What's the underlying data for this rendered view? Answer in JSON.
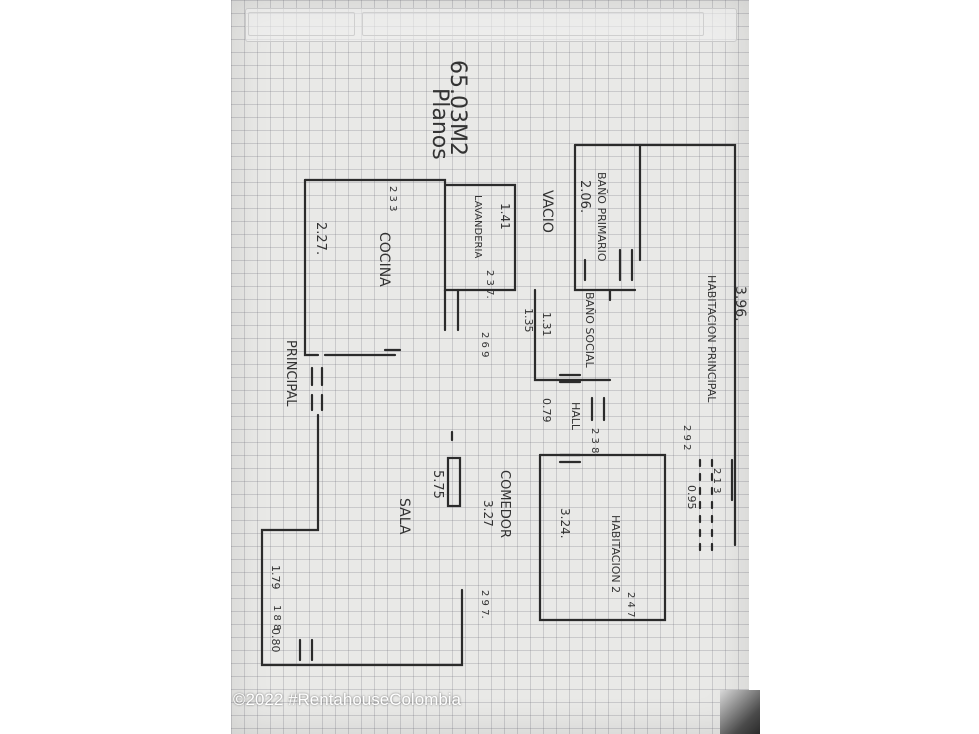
{
  "plan": {
    "header_line1": "Planos",
    "header_line2": "65.03M2",
    "labels": {
      "vacio": "VACIO",
      "cocina": "COCINA",
      "lavanderia": "LAVANDERIA",
      "bano_primario": "BAÑO PRIMARIO",
      "bano_social": "BAÑO SOCIAL",
      "hall": "HALL",
      "comedor": "COMEDOR",
      "sala": "SALA",
      "habitacion_principal": "HABITACION PRINCIPAL",
      "habitacion_2": "HABITACION 2",
      "principal": "PRINCIPAL"
    },
    "dimensions": {
      "d_396": "3.96.",
      "d_206": "2.06.",
      "d_141": "1.41",
      "d_227": "2.27.",
      "d_131": "1.31",
      "d_135": "1.35",
      "d_079": "0.79",
      "d_095": "0.95",
      "d_575": "5.75",
      "d_327": "3.27",
      "d_324": "3.24.",
      "d_179": "1.79",
      "d_080": "0.80",
      "d_233": "2 3 3",
      "d_269": "2 6 9",
      "d_292": "2 9 2",
      "d_247": "2 4 7",
      "d_237": "2 3 7.",
      "d_297": "2 9 7.",
      "d_238": "2 3 8",
      "d_188": "1 8 8",
      "d_213": "2 1 3"
    }
  },
  "watermark": "©2022 #RentahouseColombia"
}
